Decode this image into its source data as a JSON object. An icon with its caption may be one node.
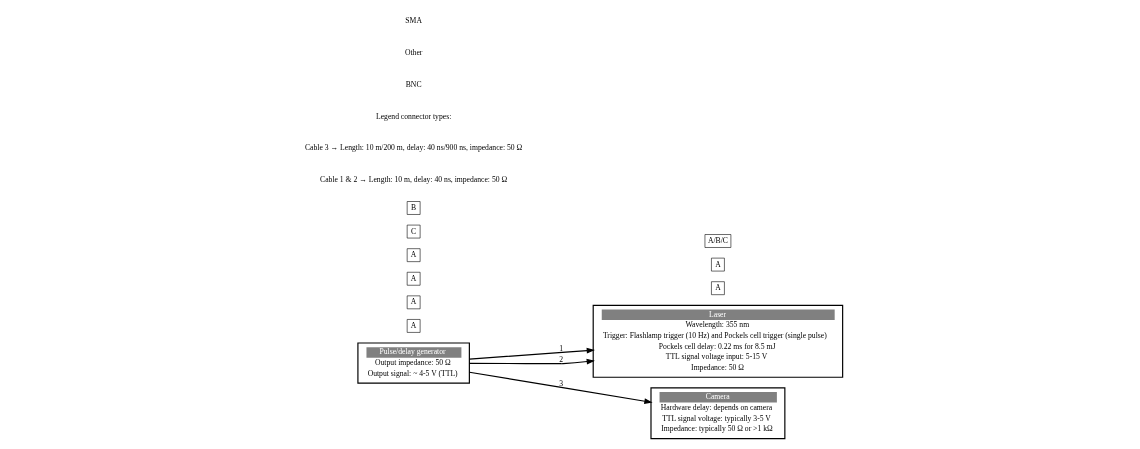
{
  "diagram": {
    "nodes": [
      {
        "text": [
          "Pulse/delay generator",
          "Output impedance: 50 Ω",
          "Output signal: ~ 4-5 V (TTL)"
        ]
      },
      {
        "text": [
          "Laser",
          "Wavelength: 355 nm",
          "Trigger: Flashlamp trigger (10 Hz) and Pockels cell trigger (single pulse)",
          "Pockels cell delay: 0.22 ms for 8.5 mJ",
          "TTL signal voltage input: 5-15 V",
          "Impedance: 50 Ω"
        ]
      },
      {
        "text": [
          "Camera",
          "Hardware delay: depends on camera",
          "TTL signal voltage: typically 3-5 V",
          "Impedance: typically 50 Ω or >1 kΩ"
        ]
      },
      {
        "text": [
          "A"
        ]
      },
      {
        "text": [
          "A"
        ]
      },
      {
        "text": [
          "A"
        ]
      },
      {
        "text": [
          "A"
        ]
      },
      {
        "text": [
          "A"
        ]
      },
      {
        "text": [
          "A/B/C"
        ]
      },
      {
        "text": [
          "A"
        ]
      },
      {
        "text": [
          "C"
        ]
      },
      {
        "text": [
          "B"
        ]
      }
    ],
    "edges": [
      {
        "from": 0,
        "to": 1,
        "arrow": "to",
        "label": "1"
      },
      {
        "from": 0,
        "to": 1,
        "arrow": "to",
        "label": "2"
      },
      {
        "from": 0,
        "to": 2,
        "arrow": "to",
        "label": "3"
      }
    ],
    "labels": [
      "Cable 1 & 2 → Length: 10 m, delay: 40 ns, impedance: 50 Ω",
      "Cable 3 → Length: 10 m/200 m, delay: 40 ns/900 ns, impedance: 50 Ω",
      "Legend connector types:",
      "BNC",
      "Other",
      "SMA"
    ]
  }
}
